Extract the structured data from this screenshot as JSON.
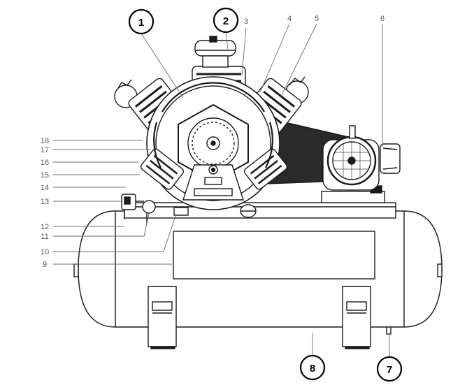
{
  "diagram": {
    "plain_labels": [
      "3",
      "4",
      "5",
      "6",
      "9",
      "10",
      "11",
      "12",
      "13",
      "14",
      "15",
      "16",
      "17",
      "18"
    ],
    "circled_labels": [
      "1",
      "2",
      "7",
      "8"
    ],
    "colors": {
      "line": "#1a1a1a",
      "leader": "#6a6a6a",
      "fill": "#ffffff",
      "dark_fill": "#2a2a2a"
    }
  }
}
